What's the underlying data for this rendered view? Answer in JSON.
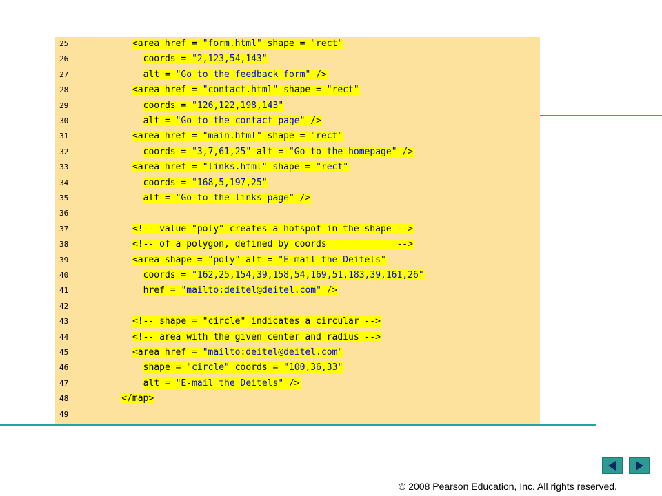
{
  "code_lines": [
    {
      "num": "25",
      "indent": 7,
      "segs": [
        [
          "<area href = ",
          "m"
        ],
        [
          "\"form.html\"",
          "s"
        ],
        [
          " shape = ",
          "m"
        ],
        [
          "\"rect\"",
          "s"
        ]
      ]
    },
    {
      "num": "26",
      "indent": 9,
      "segs": [
        [
          "coords = ",
          "m"
        ],
        [
          "\"2,123,54,143\"",
          "s"
        ]
      ]
    },
    {
      "num": "27",
      "indent": 9,
      "segs": [
        [
          "alt = ",
          "m"
        ],
        [
          "\"Go to the feedback form\"",
          "s"
        ],
        [
          " />",
          "m"
        ]
      ]
    },
    {
      "num": "28",
      "indent": 7,
      "segs": [
        [
          "<area href = ",
          "m"
        ],
        [
          "\"contact.html\"",
          "s"
        ],
        [
          " shape = ",
          "m"
        ],
        [
          "\"rect\"",
          "s"
        ]
      ]
    },
    {
      "num": "29",
      "indent": 9,
      "segs": [
        [
          "coords = ",
          "m"
        ],
        [
          "\"126,122,198,143\"",
          "s"
        ]
      ]
    },
    {
      "num": "30",
      "indent": 9,
      "segs": [
        [
          "alt = ",
          "m"
        ],
        [
          "\"Go to the contact page\"",
          "s"
        ],
        [
          " />",
          "m"
        ]
      ]
    },
    {
      "num": "31",
      "indent": 7,
      "segs": [
        [
          "<area href = ",
          "m"
        ],
        [
          "\"main.html\"",
          "s"
        ],
        [
          " shape = ",
          "m"
        ],
        [
          "\"rect\"",
          "s"
        ]
      ]
    },
    {
      "num": "32",
      "indent": 9,
      "segs": [
        [
          "coords = ",
          "m"
        ],
        [
          "\"3,7,61,25\"",
          "s"
        ],
        [
          " alt = ",
          "m"
        ],
        [
          "\"Go to the homepage\"",
          "s"
        ],
        [
          " />",
          "m"
        ]
      ]
    },
    {
      "num": "33",
      "indent": 7,
      "segs": [
        [
          "<area href = ",
          "m"
        ],
        [
          "\"links.html\"",
          "s"
        ],
        [
          " shape = ",
          "m"
        ],
        [
          "\"rect\"",
          "s"
        ]
      ]
    },
    {
      "num": "34",
      "indent": 9,
      "segs": [
        [
          "coords = ",
          "m"
        ],
        [
          "\"168,5,197,25\"",
          "s"
        ]
      ]
    },
    {
      "num": "35",
      "indent": 9,
      "segs": [
        [
          "alt = ",
          "m"
        ],
        [
          "\"Go to the links page\"",
          "s"
        ],
        [
          " />",
          "m"
        ]
      ]
    },
    {
      "num": "36",
      "indent": 0,
      "segs": []
    },
    {
      "num": "37",
      "indent": 7,
      "segs": [
        [
          "<!-- value \"poly\" creates a hotspot in the shape -->",
          "m"
        ]
      ]
    },
    {
      "num": "38",
      "indent": 7,
      "segs": [
        [
          "<!-- of a polygon, defined by coords             -->",
          "m"
        ]
      ]
    },
    {
      "num": "39",
      "indent": 7,
      "segs": [
        [
          "<area shape = ",
          "m"
        ],
        [
          "\"poly\"",
          "s"
        ],
        [
          " alt = ",
          "m"
        ],
        [
          "\"E-mail the Deitels\"",
          "s"
        ]
      ]
    },
    {
      "num": "40",
      "indent": 9,
      "segs": [
        [
          "coords = ",
          "m"
        ],
        [
          "\"162,25,154,39,158,54,169,51,183,39,161,26\"",
          "s"
        ]
      ]
    },
    {
      "num": "41",
      "indent": 9,
      "segs": [
        [
          "href = ",
          "m"
        ],
        [
          "\"mailto:deitel@deitel.com\"",
          "s"
        ],
        [
          " />",
          "m"
        ]
      ]
    },
    {
      "num": "42",
      "indent": 0,
      "segs": []
    },
    {
      "num": "43",
      "indent": 7,
      "segs": [
        [
          "<!-- shape = \"circle\" indicates a circular -->",
          "m"
        ]
      ]
    },
    {
      "num": "44",
      "indent": 7,
      "segs": [
        [
          "<!-- area with the given center and radius -->",
          "m"
        ]
      ]
    },
    {
      "num": "45",
      "indent": 7,
      "segs": [
        [
          "<area href = ",
          "m"
        ],
        [
          "\"mailto:deitel@deitel.com\"",
          "s"
        ]
      ]
    },
    {
      "num": "46",
      "indent": 9,
      "segs": [
        [
          "shape = ",
          "m"
        ],
        [
          "\"circle\"",
          "s"
        ],
        [
          " coords = ",
          "m"
        ],
        [
          "\"100,36,33\"",
          "s"
        ]
      ]
    },
    {
      "num": "47",
      "indent": 9,
      "segs": [
        [
          "alt = ",
          "m"
        ],
        [
          "\"E-mail the Deitels\"",
          "s"
        ],
        [
          " />",
          "m"
        ]
      ]
    },
    {
      "num": "48",
      "indent": 5,
      "segs": [
        [
          "</map>",
          "m"
        ]
      ]
    },
    {
      "num": "49",
      "indent": 0,
      "segs": []
    }
  ],
  "colors": {
    "markup": "#000000",
    "string": "#0000ff",
    "highlight": "#ffff00",
    "panel": "#fde29e",
    "accent": "#2d9b94"
  },
  "nav": {
    "prev_icon": "triangle-left-icon",
    "next_icon": "triangle-right-icon"
  },
  "footer": {
    "copyright": "© 2008 Pearson Education, Inc.  All rights reserved."
  }
}
